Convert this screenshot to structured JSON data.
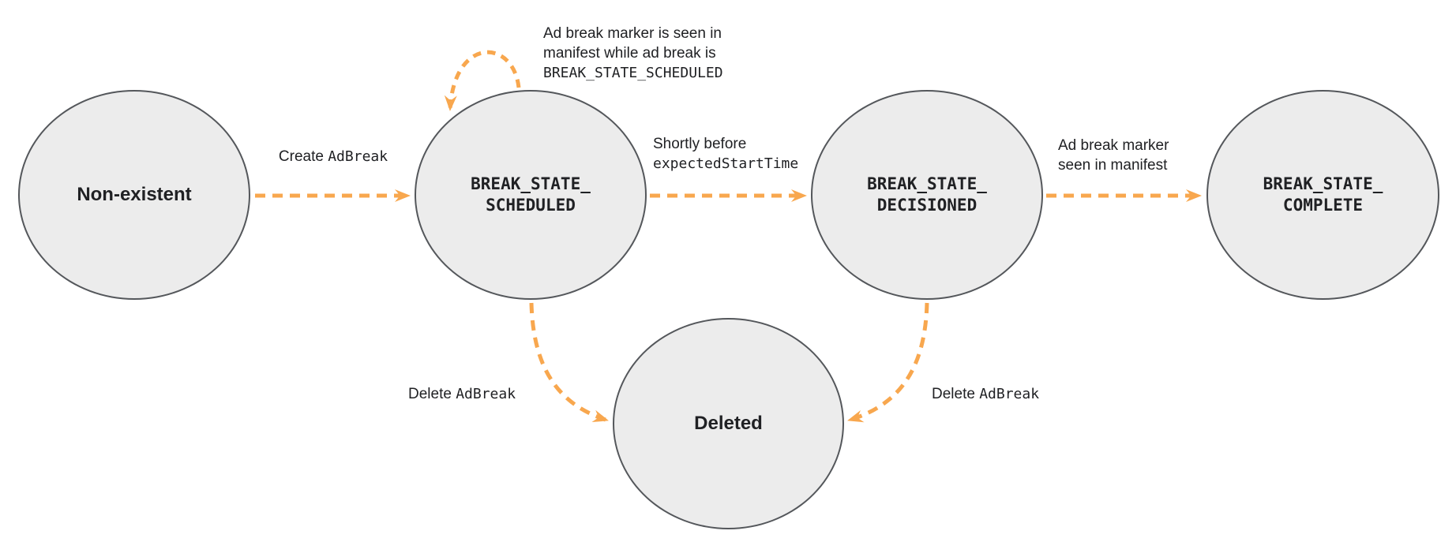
{
  "colors": {
    "arrow": "#F8A74E",
    "node_fill": "#ECECEC",
    "node_border": "#54575B",
    "text": "#202124"
  },
  "states": {
    "non_existent": {
      "label": "Non-existent"
    },
    "scheduled": {
      "label": "BREAK_STATE_\nSCHEDULED"
    },
    "decisioned": {
      "label": "BREAK_STATE_\nDECISIONED"
    },
    "complete": {
      "label": "BREAK_STATE_\nCOMPLETE"
    },
    "deleted": {
      "label": "Deleted"
    }
  },
  "transitions": {
    "create": {
      "plain": "Create ",
      "code": "AdBreak"
    },
    "self_loop": {
      "line1": "Ad break marker is seen in",
      "line2": "manifest while ad break is",
      "code_line": "BREAK_STATE_SCHEDULED"
    },
    "to_decisioned": {
      "line1": "Shortly before",
      "code_line": "expectedStartTime"
    },
    "to_complete": {
      "line1": "Ad break marker",
      "line2": "seen in manifest"
    },
    "delete_from_scheduled": {
      "plain": "Delete ",
      "code": "AdBreak"
    },
    "delete_from_decisioned": {
      "plain": "Delete ",
      "code": "AdBreak"
    }
  }
}
